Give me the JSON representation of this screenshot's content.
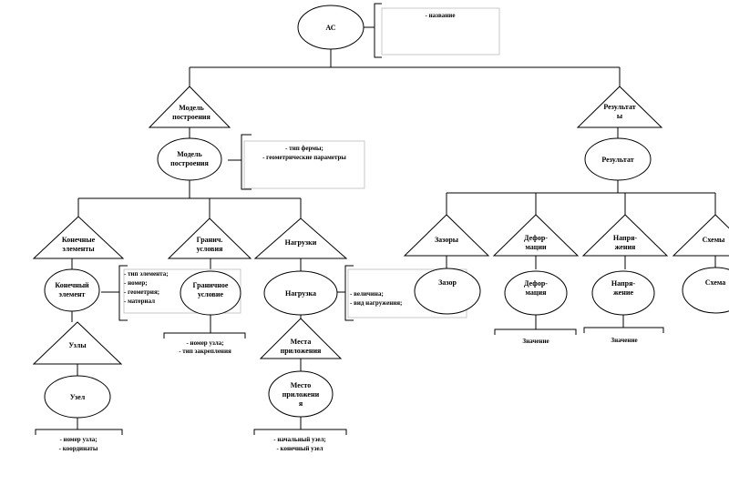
{
  "root": {
    "label": "АС",
    "attrs": [
      "- название"
    ]
  },
  "model_class": {
    "label": [
      "Модель",
      "построения"
    ]
  },
  "model_object": {
    "label": [
      "Модель",
      "построения"
    ],
    "attrs": [
      "- тип фермы;",
      "- геометрические параметры"
    ]
  },
  "fe_class": {
    "label": [
      "Конечные",
      "элементы"
    ]
  },
  "fe_object": {
    "label": [
      "Конечный",
      "элемент"
    ],
    "attrs": [
      "- тип элемента;",
      "- номер;",
      "- геометрия;",
      "- материал"
    ]
  },
  "node_class": {
    "label": [
      "Узлы"
    ]
  },
  "node_object": {
    "label": [
      "Узел"
    ],
    "attrs": [
      "- номер узла;",
      "- координаты"
    ]
  },
  "bc_class": {
    "label": [
      "Гранич.",
      "условия"
    ]
  },
  "bc_object": {
    "label": [
      "Граничное",
      "условие"
    ],
    "attrs": [
      "- номер узла;",
      "- тип закрепления"
    ]
  },
  "load_class": {
    "label": [
      "Нагрузки"
    ]
  },
  "load_object": {
    "label": [
      "Нагрузка"
    ],
    "attrs": [
      "- величина;",
      "- вид нагружения;"
    ]
  },
  "place_class": {
    "label": [
      "Места",
      "приложения"
    ]
  },
  "place_object": {
    "label": [
      "Место",
      "приложени",
      "я"
    ],
    "attrs": [
      "- начальный узел;",
      "- конечный узел"
    ]
  },
  "result_class": {
    "label": [
      "Результат",
      "ы"
    ]
  },
  "result_object": {
    "label": [
      "Результат"
    ]
  },
  "gap_class": {
    "label": [
      "Зазоры"
    ]
  },
  "gap_object": {
    "label": [
      "Зазор"
    ]
  },
  "def_class": {
    "label": [
      "Дефор-",
      "мации"
    ]
  },
  "def_object": {
    "label": [
      "Дефор-",
      "мация"
    ],
    "attrs": [
      "Значение"
    ]
  },
  "str_class": {
    "label": [
      "Напря-",
      "жения"
    ]
  },
  "str_object": {
    "label": [
      "Напря-",
      "жение"
    ],
    "attrs": [
      "Значение"
    ]
  },
  "sch_class": {
    "label": [
      "Схемы"
    ]
  },
  "sch_object": {
    "label": [
      "Схема"
    ]
  }
}
